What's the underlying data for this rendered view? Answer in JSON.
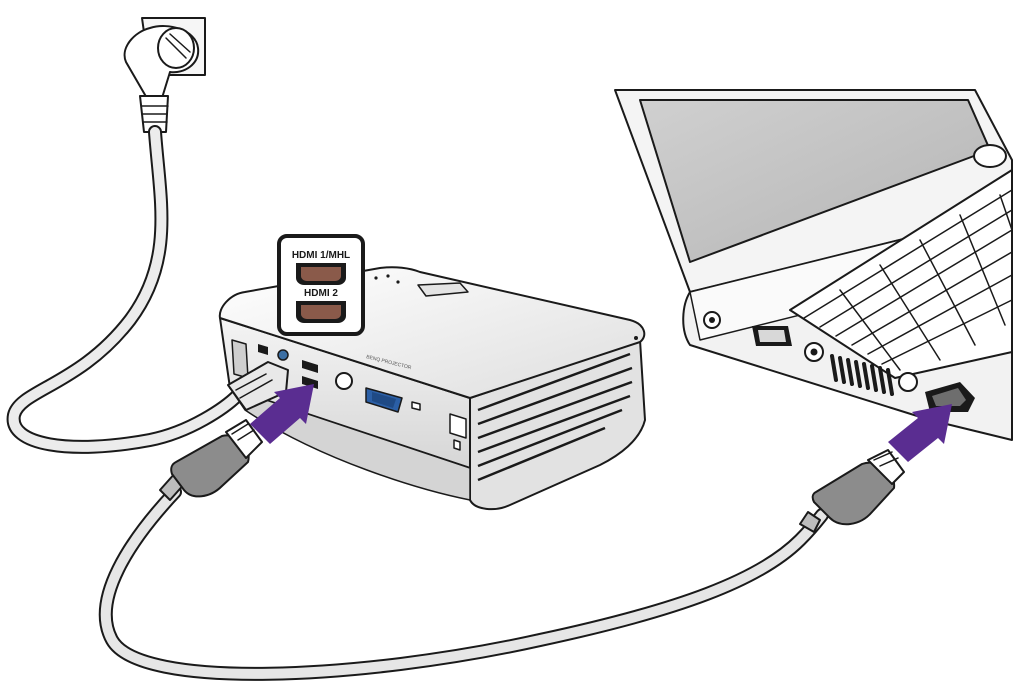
{
  "callout": {
    "hdmi1_label": "HDMI 1/MHL",
    "hdmi2_label": "HDMI 2"
  },
  "projector": {
    "brand_label": "BENQ PROJECTOR"
  },
  "colors": {
    "arrow": "#5a2d91",
    "cable_fill": "#e6e6e6",
    "plug_fill": "#8c8c8c",
    "laptop_screen": "#c2c2c2",
    "body_fill": "#f2f2f2"
  },
  "icons": {
    "wall_socket": "wall-socket-icon",
    "power_plug": "power-plug-icon",
    "hdmi_plug": "hdmi-plug-icon",
    "insert_arrow": "insert-arrow-icon"
  }
}
